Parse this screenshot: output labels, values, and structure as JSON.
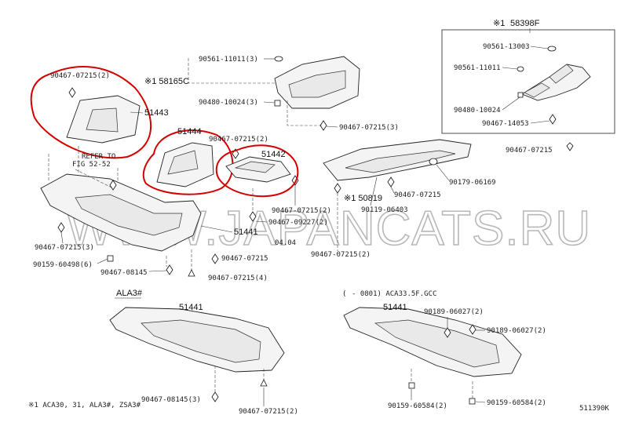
{
  "labels": {
    "note_mark_1": "※1",
    "set_58398f": "58398F",
    "p90561_13003": "90561-13003",
    "p90561_11011_r": "90561-11011",
    "p90480_10024_r": "90480-10024",
    "p90467_14053": "90467-14053",
    "p90467_07215_r": "90467-07215",
    "p90561_11011_3": "90561-11011(3)",
    "set_58165c": "※1 58165C",
    "p90480_10024_3": "90480-10024(3)",
    "p90467_07215_3": "90467-07215(3)",
    "p90467_07215_2_a": "90467-07215(2)",
    "p51443": "51443",
    "p51444": "51444",
    "p90467_07215_2_b": "90467-07215(2)",
    "p51442": "51442",
    "refer_to": "REFER TO",
    "fig": "FIG 52-52",
    "p90179_06169": "90179-06169",
    "p50819": "※1 50819",
    "p90119_06403": "90119-06403",
    "p90467_07215_c": "90467-07215",
    "p90467_07215_2_c": "90467-07215(2)",
    "p90467_09227_2": "90467-09227(2)",
    "p51441_main": "51441",
    "p90467_07215_2_d": "90467-07215(2)",
    "p90467_07215_3_b": "90467-07215(3)",
    "p90159_60498_6": "90159-60498(6)",
    "p90467_07215_d": "90467-07215",
    "p90467_08145": "90467-08145",
    "p90467_07215_4": "90467-07215(4)",
    "date_tag": "04.04",
    "ala3": "ALA3#",
    "p51441_left": "51441",
    "p90467_08145_3": "90467-08145(3)",
    "p90467_07215_2_e": "90467-07215(2)",
    "range_prefix": "(",
    "range_text": "- 0801) ACA33.5F.GCC",
    "p51441_right": "51441",
    "p90189_06027_2_a": "90189-06027(2)",
    "p90189_06027_2_b": "90189-06027(2)",
    "p90159_60584_2_a": "90159-60584(2)",
    "p90159_60584_2_b": "90159-60584(2)",
    "footnote": "※1 ACA30, 31, ALA3#, ZSA3#",
    "fig_code": "511390K",
    "watermark": "WWW.JAPANCATS.RU"
  },
  "colors": {
    "circle": "#d40000",
    "ink": "#222222",
    "watermark": "#b8b8b8"
  }
}
